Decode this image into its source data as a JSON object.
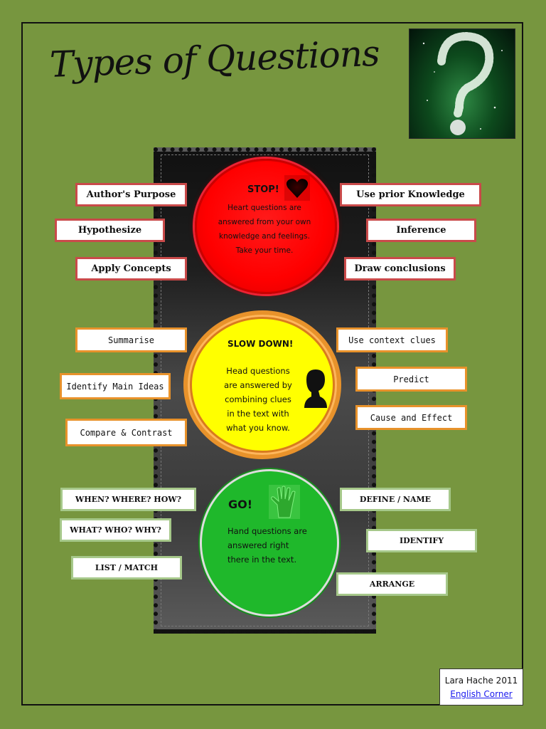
{
  "title": "Types of Questions",
  "lights": {
    "red": {
      "heading": "STOP!",
      "body": "Heart questions are answered from your own knowledge and feelings. Take your time.",
      "icon": "heart-icon"
    },
    "yellow": {
      "heading": "SLOW DOWN!",
      "body": "Head questions are answered by combining clues in the text with what you know.",
      "icon": "head-silhouette-icon"
    },
    "green": {
      "heading": "GO!",
      "body": "Hand questions are answered right there in the text.",
      "icon": "hand-icon"
    }
  },
  "red_tags": {
    "left": [
      "Author's Purpose",
      "Hypothesize",
      "Apply Concepts"
    ],
    "right": [
      "Use prior Knowledge",
      "Inference",
      "Draw conclusions"
    ]
  },
  "yellow_tags": {
    "left": [
      "Summarise",
      "Identify Main Ideas",
      "Compare & Contrast"
    ],
    "right": [
      "Use context clues",
      "Predict",
      "Cause and Effect"
    ]
  },
  "green_tags": {
    "left": [
      "WHEN? WHERE? HOW?",
      "WHAT? WHO? WHY?",
      "LIST / MATCH"
    ],
    "right": [
      "DEFINE / NAME",
      "IDENTIFY",
      "ARRANGE"
    ]
  },
  "credit": {
    "author": "Lara Hache 2011",
    "link": "English Corner"
  },
  "colors": {
    "background": "#77963f",
    "red": "#ff0000",
    "yellow": "#ffff00",
    "green": "#1fb82b",
    "orange_border": "#e8922b"
  }
}
